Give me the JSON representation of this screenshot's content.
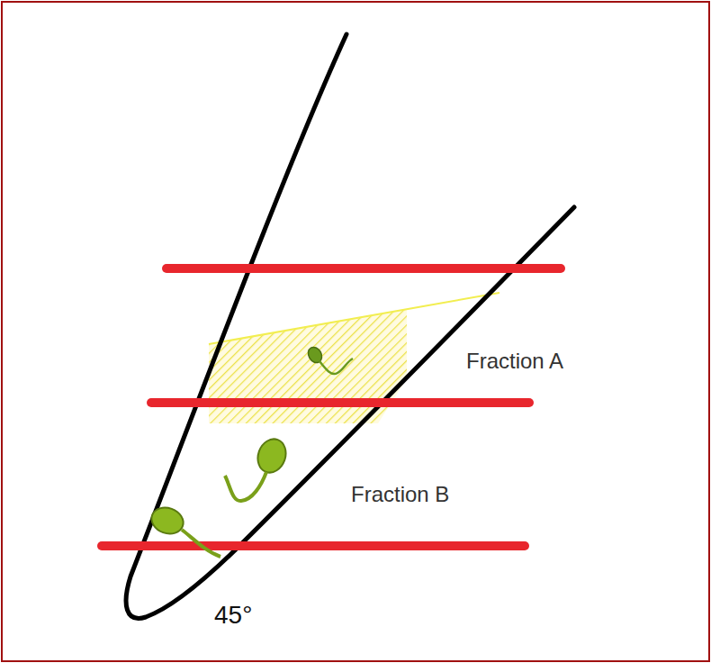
{
  "diagram": {
    "labels": [
      "Fraction A",
      "Fraction B",
      "45°"
    ]
  }
}
